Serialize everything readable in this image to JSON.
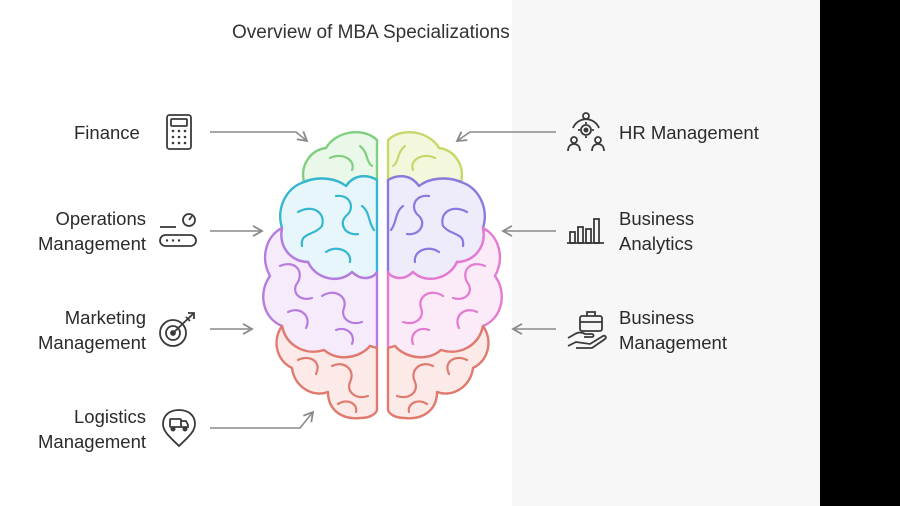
{
  "title": "Overview of MBA Specializations",
  "items": [
    {
      "side": "left",
      "lines": [
        "Finance"
      ],
      "icon": "calculator-icon"
    },
    {
      "side": "left",
      "lines": [
        "Operations",
        "Management"
      ],
      "icon": "conveyor-gauge-icon"
    },
    {
      "side": "left",
      "lines": [
        "Marketing",
        "Management"
      ],
      "icon": "target-arrow-icon"
    },
    {
      "side": "left",
      "lines": [
        "Logistics",
        "Management"
      ],
      "icon": "delivery-truck-pin-icon"
    },
    {
      "side": "right",
      "lines": [
        "HR Management"
      ],
      "icon": "people-gear-icon"
    },
    {
      "side": "right",
      "lines": [
        "Business",
        "Analytics"
      ],
      "icon": "bar-chart-icon"
    },
    {
      "side": "right",
      "lines": [
        "Business",
        "Management"
      ],
      "icon": "hand-briefcase-icon"
    }
  ],
  "colors": {
    "green": "#7fcf7f",
    "teal": "#35b7d1",
    "purple": "#b77be0",
    "red": "#e07a6e",
    "yellow": "#c5d86a",
    "indigo": "#8a79e0",
    "pink": "#e47ad2",
    "arrow": "#8a8a8a",
    "icon": "#3a3a3a"
  }
}
